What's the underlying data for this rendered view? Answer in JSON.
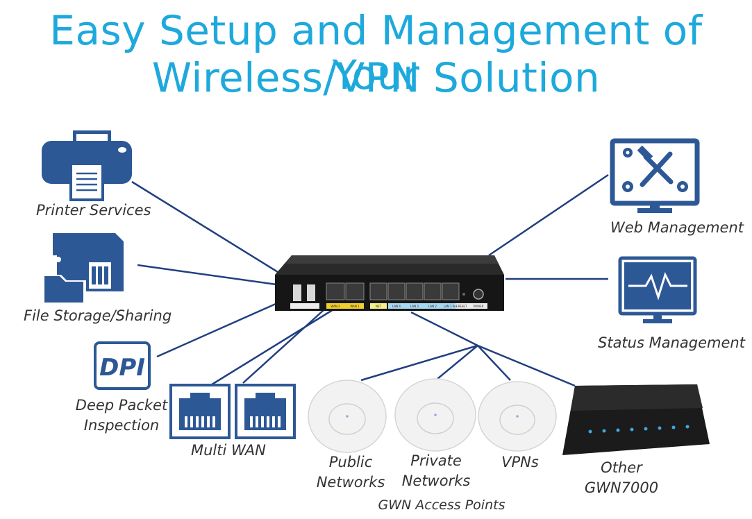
{
  "title": {
    "line1": "Easy Setup and Management of Your",
    "line2": "Wireless/VPN Solution"
  },
  "features": {
    "printer": "Printer Services",
    "storage": "File Storage/Sharing",
    "dpi_badge": "DPI",
    "dpi_line1": "Deep Packet",
    "dpi_line2": "Inspection",
    "multiwan": "Multi WAN",
    "web": "Web Management",
    "status": "Status Management",
    "public_line1": "Public",
    "public_line2": "Networks",
    "private_line1": "Private",
    "private_line2": "Networks",
    "vpns": "VPNs",
    "other_line1": "Other",
    "other_line2": "GWN7000",
    "ap_group": "GWN Access Points"
  },
  "router_ports": {
    "wan2": "WAN 2",
    "wan1": "WAN 1",
    "net": "NET",
    "lan4": "LAN 4",
    "lan3": "LAN 3",
    "lan2": "LAN 2",
    "lan1": "LAN 1 PoE",
    "reset": "RESET",
    "power": "POWER"
  },
  "colors": {
    "title": "#1ea9dc",
    "icon": "#2d5896",
    "line": "#213f80"
  }
}
